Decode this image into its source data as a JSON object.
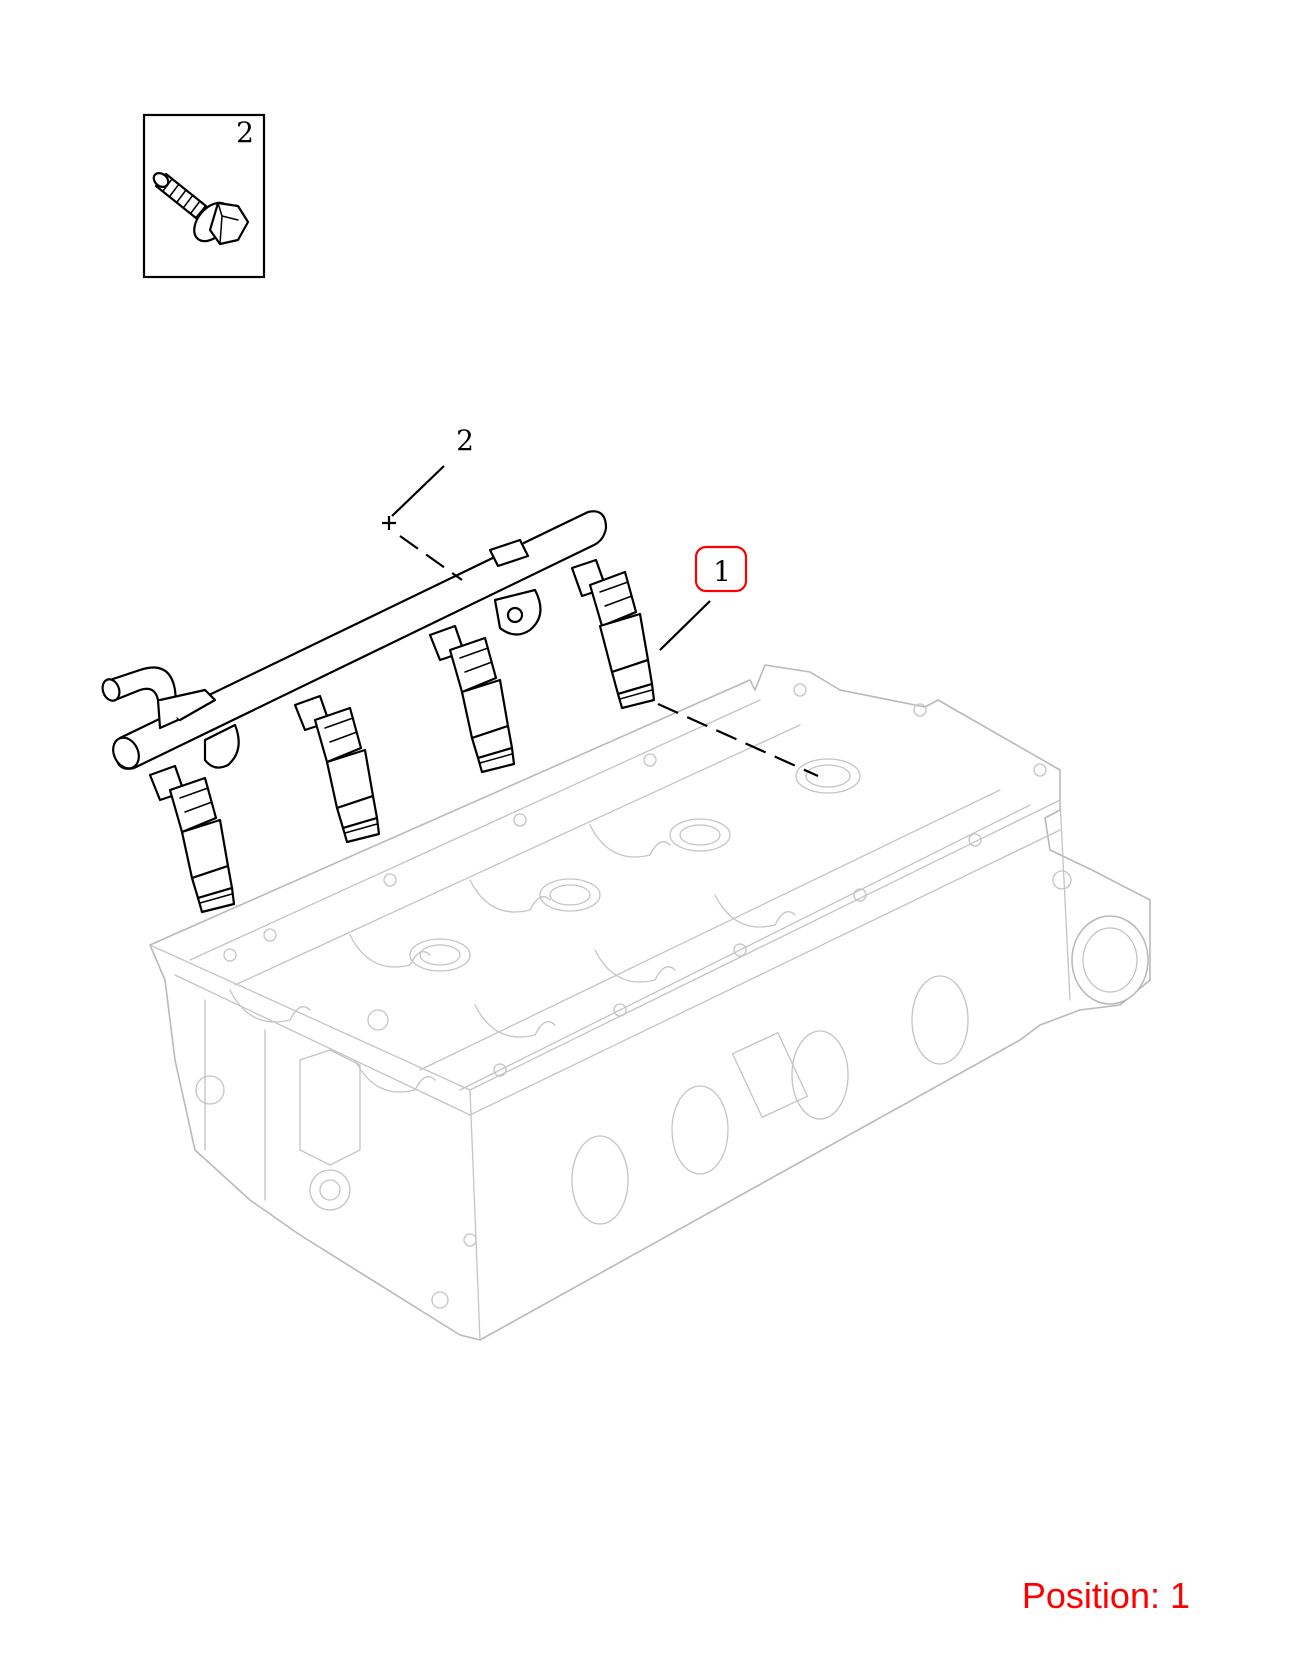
{
  "callouts": {
    "inset_bolt_number": "2",
    "bolt_leader_number": "2",
    "injector_number": "1"
  },
  "highlight_color": "#ff0000",
  "footer": {
    "position_text": "Position: 1"
  },
  "icons": {
    "inset": "bolt-icon",
    "main": "fuel-rail-with-injectors",
    "background": "cylinder-head"
  }
}
